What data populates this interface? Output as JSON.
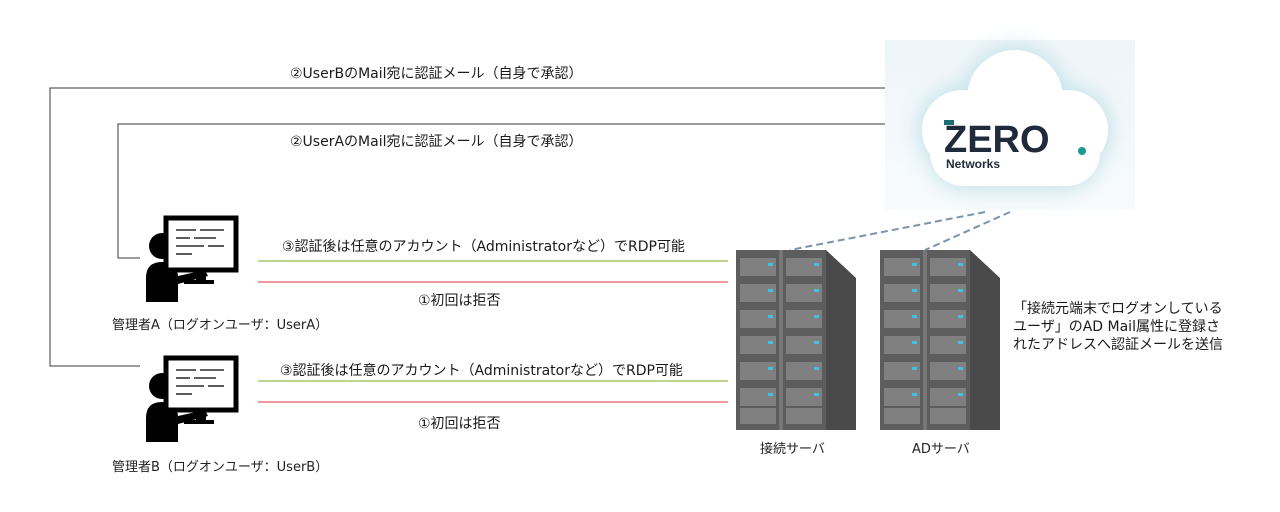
{
  "flows": {
    "top_b": "②UserBのMail宛に認証メール（自身で承認）",
    "top_a": "②UserAのMail宛に認証メール（自身で承認）",
    "rdp_a": "③認証後は任意のアカウント（Administratorなど）でRDP可能",
    "deny_a": "①初回は拒否",
    "rdp_b": "③認証後は任意のアカウント（Administratorなど）でRDP可能",
    "deny_b": "①初回は拒否"
  },
  "actors": {
    "admin_a": "管理者A（ログオンユーザ：UserA）",
    "admin_b": "管理者B（ログオンユーザ：UserB）"
  },
  "servers": {
    "connect": "接続サーバ",
    "ad": "ADサーバ"
  },
  "cloud": {
    "logo_main": "ZERO",
    "logo_sub": "Networks"
  },
  "note": {
    "line1": "「接続元端末でログオンしている",
    "line2": "ユーザ」のAD Mail属性に登録さ",
    "line3": "れたアドレスへ認証メールを送信"
  },
  "colors": {
    "green_line": "#8fbf4f",
    "red_line": "#e06060",
    "dashed": "#7a94b0",
    "server": "#5d5d5d",
    "logo_teal": "#1b6f74",
    "logo_dot": "#1a9a92"
  }
}
